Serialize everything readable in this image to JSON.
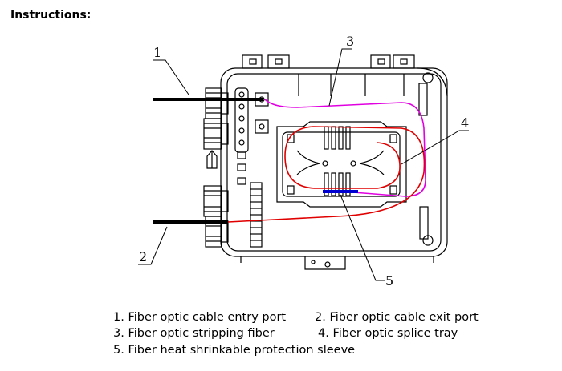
{
  "title": "Instructions:",
  "callouts": [
    "1",
    "2",
    "3",
    "4",
    "5"
  ],
  "legend": [
    "1. Fiber optic cable entry port",
    "2. Fiber optic cable exit port",
    "3. Fiber optic stripping fiber",
    "4. Fiber optic splice tray",
    "5. Fiber heat shrinkable protection sleeve"
  ],
  "colors": {
    "outline": "#000000",
    "stripping_fiber": "#e000e0",
    "fiber_loop": "#e00000",
    "protection_sleeve": "#0000d0",
    "cable": "#000000"
  }
}
